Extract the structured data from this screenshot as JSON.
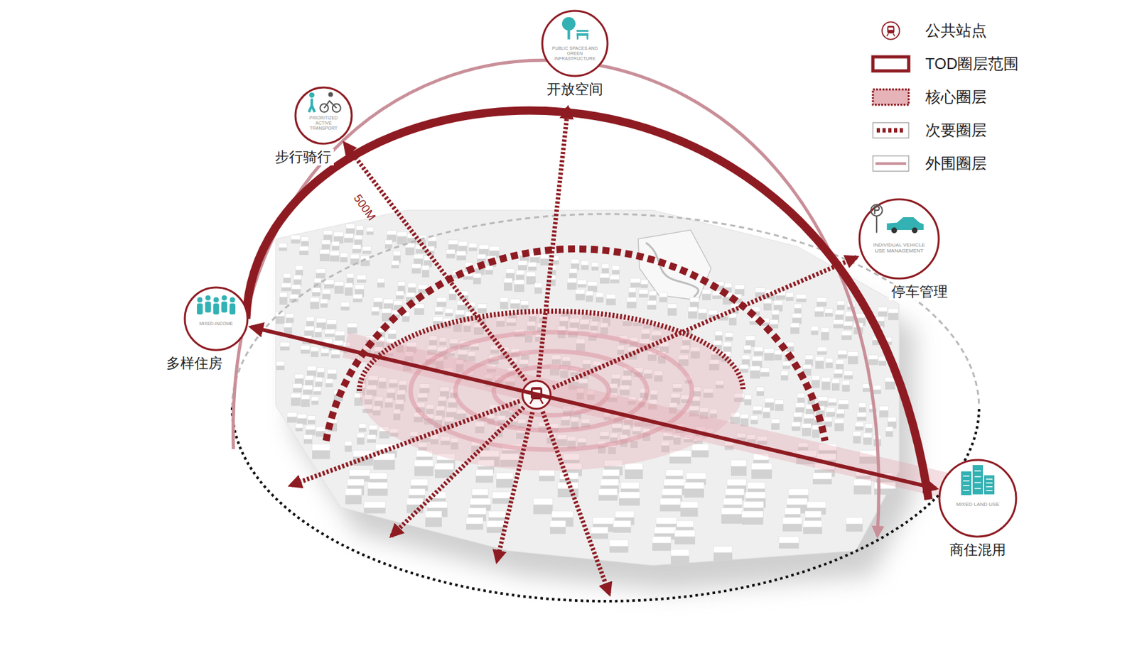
{
  "diagram": {
    "nodes": [
      {
        "text": [
          "PUBLIC SPACES AND GREEN INFRASTRUCTURE",
          "开放空间"
        ]
      },
      {
        "text": [
          "PRIORITIZED ACTIVE TRANSPORT",
          "步行骑行"
        ]
      },
      {
        "text": [
          "INDIVIDUAL VEHICLE USE MANAGEMENT",
          "停车管理"
        ]
      },
      {
        "text": [
          "MIXED-INCOME",
          "多样住房"
        ]
      },
      {
        "text": [
          "MIXED LAND USE",
          "商住混用"
        ]
      }
    ],
    "edges": [
      {
        "from": 3,
        "to": 4,
        "arrow": "both"
      }
    ],
    "labels": [
      "500M"
    ],
    "legend": [
      {
        "text": "公共站点"
      },
      {
        "text": "TOD圈层范围"
      },
      {
        "text": "核心圈层",
        "color": "#e6b3b9"
      },
      {
        "text": "次要圈层"
      },
      {
        "text": "外围圈层"
      }
    ]
  }
}
